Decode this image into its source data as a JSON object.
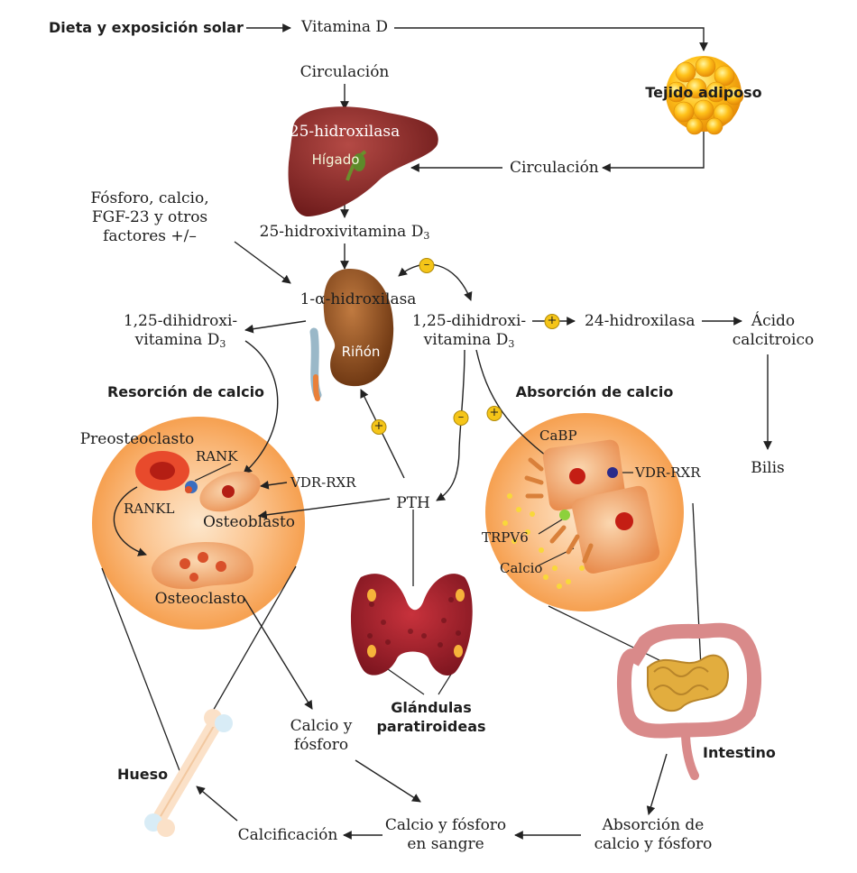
{
  "labels": {
    "diet_sun": "Dieta y exposición solar",
    "vitamin_d": "Vitamina D",
    "circulation_1": "Circulación",
    "adipose": "Tejido adiposo",
    "hydroxylase_25": "25-hidroxilasa",
    "liver": "Hígado",
    "circulation_2": "Circulación",
    "factors_line1": "Fósforo, calcio,",
    "factors_line2": "FGF-23 y otros",
    "factors_line3": "factores +/–",
    "hydroxyvitamin_25": "25-hidroxivitamina D",
    "sub_3": "3",
    "alpha_hydroxylase": "1-α-hidroxilasa",
    "dihydroxy_left_line1": "1,25-dihidroxi-",
    "dihydroxy_left_line2": "vitamina D",
    "dihydroxy_right_line1": "1,25-dihidroxi-",
    "dihydroxy_right_line2": "vitamina D",
    "hydroxylase_24": "24-hidroxilasa",
    "calcitroic_line1": "Ácido",
    "calcitroic_line2": "calcitroico",
    "kidney": "Riñón",
    "bile": "Bilis",
    "calcium_resorption": "Resorción de calcio",
    "calcium_absorption": "Absorción de calcio",
    "preosteoclast": "Preosteoclasto",
    "rank": "RANK",
    "rankl": "RANKL",
    "osteoblast": "Osteoblasto",
    "osteoclast": "Osteoclasto",
    "vdr_rxr_left": "VDR-RXR",
    "vdr_rxr_right": "VDR-RXR",
    "pth": "PTH",
    "cabp": "CaBP",
    "trpv6": "TRPV6",
    "calcium": "Calcio",
    "parathyroid_line1": "Glándulas",
    "parathyroid_line2": "paratiroideas",
    "intestine": "Intestino",
    "bone": "Hueso",
    "ca_p_line1": "Calcio y",
    "ca_p_line2": "fósforo",
    "ca_p_blood_line1": "Calcio y fósforo",
    "ca_p_blood_line2": "en sangre",
    "calcification": "Calcificación",
    "absorption_line1": "Absorción de",
    "absorption_line2": "calcio y fósforo"
  },
  "signs": {
    "minus": "–",
    "plus": "+"
  },
  "colors": {
    "arrow": "#222222",
    "circle_glow": "#f7a657",
    "sign_badge": "#f5c518",
    "liver": "#8e2a2a",
    "kidney": "#8a4a20",
    "adipose": "#f7b21a",
    "parathyroid": "#9b1f2a",
    "intestine": "#d9a43a"
  }
}
